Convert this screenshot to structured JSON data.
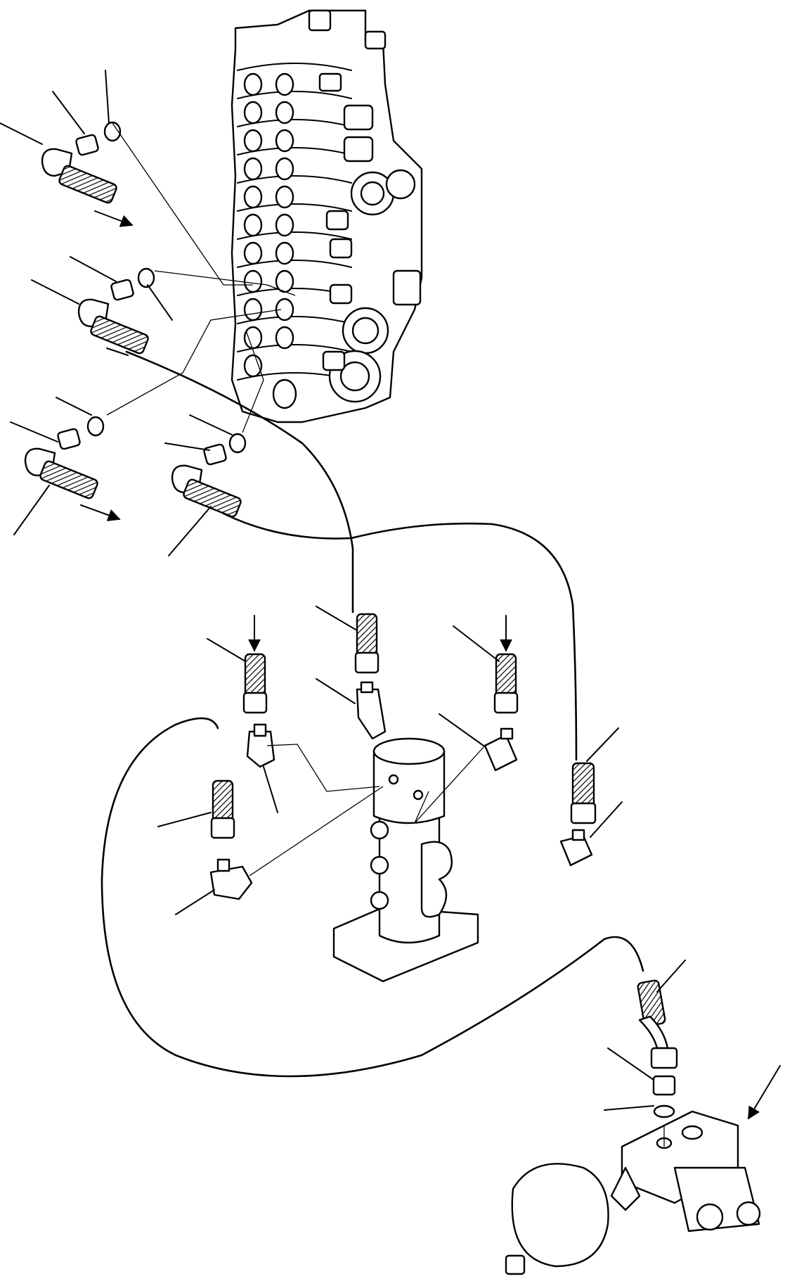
{
  "diagram": {
    "type": "hydraulic-parts-exploded-view",
    "labels": [],
    "callout_leaders": 25,
    "flow_arrows": 6
  },
  "colors": {
    "ink": "#000000",
    "paper": "#ffffff"
  }
}
